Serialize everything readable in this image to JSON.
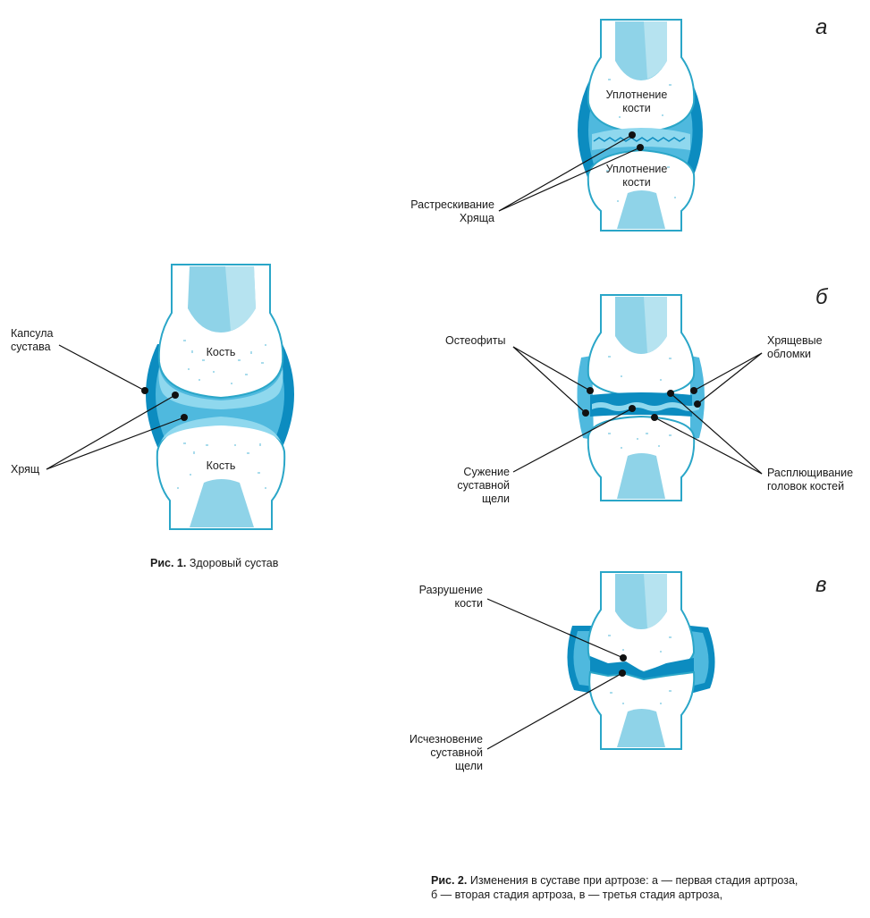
{
  "colors": {
    "outline": "#2aa6c8",
    "marrow": "#8fd3e8",
    "marrow_light": "#b6e3f0",
    "capsule_dark": "#0c8cc0",
    "capsule_light": "#4fb9de",
    "cartilage": "#8fd8ee",
    "spongy": "#a9dcec"
  },
  "fig1": {
    "capsule_label": [
      "Капсула",
      "сустава"
    ],
    "bone_top": "Кость",
    "bone_bottom": "Кость",
    "cartilage_label": "Хрящ",
    "caption_bold": "Рис. 1.",
    "caption_text": " Здоровый сустав"
  },
  "fig2": {
    "a": {
      "letter": "а",
      "dens_top": [
        "Уплотнение",
        "кости"
      ],
      "dens_bottom": [
        "Уплотнение",
        "кости"
      ],
      "cracking": [
        "Растрескивание",
        "Хряща"
      ]
    },
    "b": {
      "letter": "б",
      "osteophytes": "Остеофиты",
      "debris": [
        "Хрящевые",
        "обломки"
      ],
      "narrowing": [
        "Сужение",
        "суставной",
        "щели"
      ],
      "flattening": [
        "Расплющивание",
        "головок костей"
      ]
    },
    "c": {
      "letter": "в",
      "destruction": [
        "Разрушение",
        "кости"
      ],
      "disappearance": [
        "Исчезновение",
        "суставной",
        "щели"
      ]
    },
    "caption_bold": "Рис. 2.",
    "caption_line1": " Изменения в суставе при артрозе: а — первая стадия артроза,",
    "caption_line2": "б — вторая стадия артроза, в — третья стадия артроза,"
  }
}
